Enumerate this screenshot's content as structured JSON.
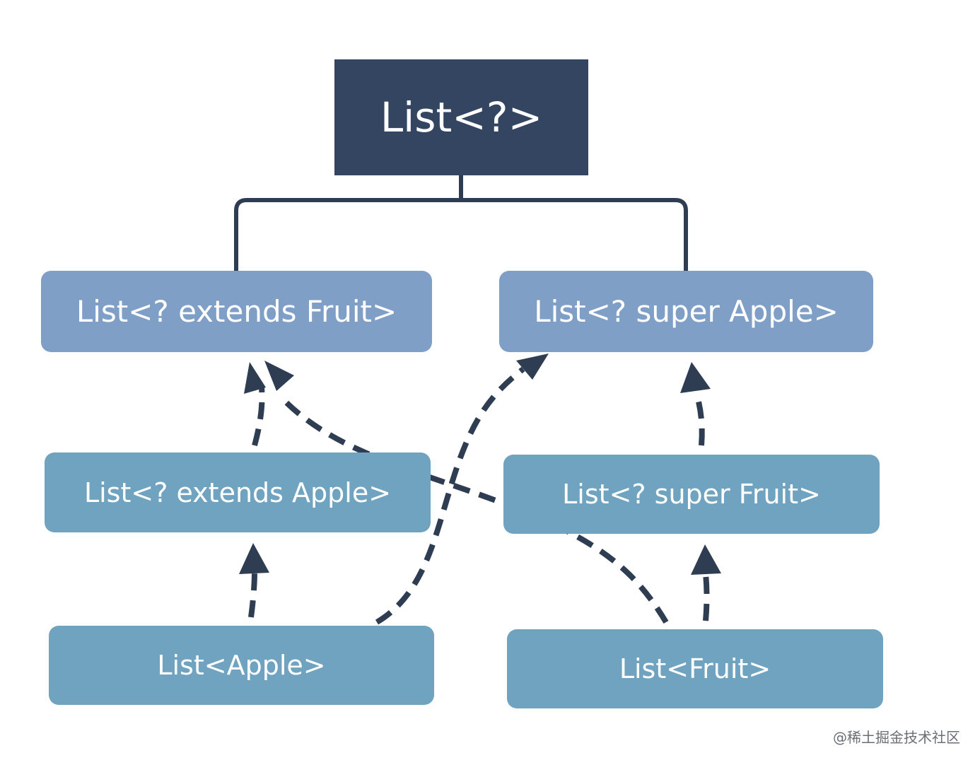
{
  "diagram": {
    "root": "List<?>",
    "nodes": {
      "extends_fruit": "List<? extends Fruit>",
      "super_apple": "List<? super Apple>",
      "extends_apple": "List<? extends Apple>",
      "super_fruit": "List<? super Fruit>",
      "apple": "List<Apple>",
      "fruit": "List<Fruit>"
    },
    "edges": [
      {
        "from": "List<?>",
        "to": "List<? extends Fruit>",
        "style": "solid"
      },
      {
        "from": "List<?>",
        "to": "List<? super Apple>",
        "style": "solid"
      },
      {
        "from": "List<? extends Apple>",
        "to": "List<? extends Fruit>",
        "style": "dashed-arrow"
      },
      {
        "from": "List<Apple>",
        "to": "List<? extends Apple>",
        "style": "dashed-arrow"
      },
      {
        "from": "List<Apple>",
        "to": "List<? super Apple>",
        "style": "dashed-arrow"
      },
      {
        "from": "List<? super Fruit>",
        "to": "List<? super Apple>",
        "style": "dashed-arrow"
      },
      {
        "from": "List<Fruit>",
        "to": "List<? super Fruit>",
        "style": "dashed-arrow"
      },
      {
        "from": "List<Fruit>",
        "to": "List<? extends Fruit>",
        "style": "dashed-arrow"
      }
    ],
    "colors": {
      "root_fill": "#334560",
      "level2_fill": "#7f9fc7",
      "level3_fill": "#6fa3bf",
      "connector": "#2f3d52",
      "text": "#ffffff"
    }
  },
  "watermark": "@稀土掘金技术社区"
}
